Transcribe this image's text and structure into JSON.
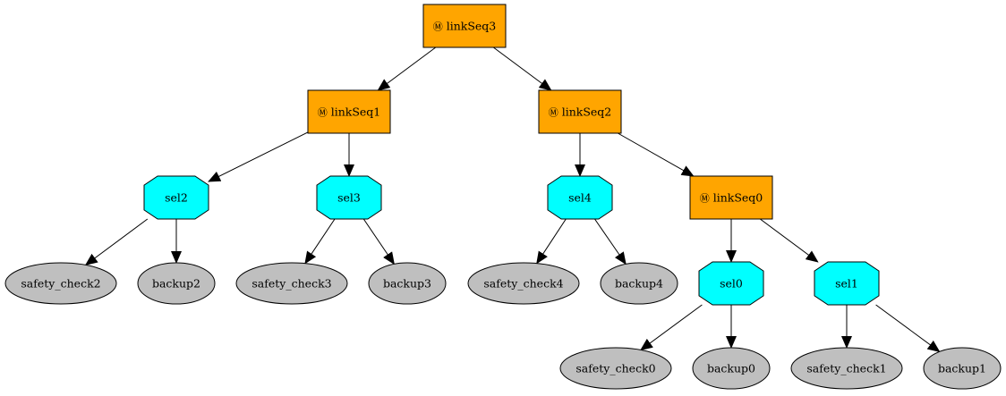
{
  "diagram": {
    "node_colors": {
      "sequence": "#ffa500",
      "selector": "#00ffff",
      "leaf": "#bfbfbf",
      "stroke": "#000000"
    },
    "nodes": {
      "linkSeq3": {
        "kind": "sequence",
        "icon": "Ⓜ",
        "label": "linkSeq3"
      },
      "linkSeq1": {
        "kind": "sequence",
        "icon": "Ⓜ",
        "label": "linkSeq1"
      },
      "linkSeq2": {
        "kind": "sequence",
        "icon": "Ⓜ",
        "label": "linkSeq2"
      },
      "linkSeq0": {
        "kind": "sequence",
        "icon": "Ⓜ",
        "label": "linkSeq0"
      },
      "sel2": {
        "kind": "selector",
        "label": "sel2"
      },
      "sel3": {
        "kind": "selector",
        "label": "sel3"
      },
      "sel4": {
        "kind": "selector",
        "label": "sel4"
      },
      "sel0": {
        "kind": "selector",
        "label": "sel0"
      },
      "sel1": {
        "kind": "selector",
        "label": "sel1"
      },
      "safety_check2": {
        "kind": "leaf",
        "label": "safety_check2"
      },
      "backup2": {
        "kind": "leaf",
        "label": "backup2"
      },
      "safety_check3": {
        "kind": "leaf",
        "label": "safety_check3"
      },
      "backup3": {
        "kind": "leaf",
        "label": "backup3"
      },
      "safety_check4": {
        "kind": "leaf",
        "label": "safety_check4"
      },
      "backup4": {
        "kind": "leaf",
        "label": "backup4"
      },
      "safety_check0": {
        "kind": "leaf",
        "label": "safety_check0"
      },
      "backup0": {
        "kind": "leaf",
        "label": "backup0"
      },
      "safety_check1": {
        "kind": "leaf",
        "label": "safety_check1"
      },
      "backup1": {
        "kind": "leaf",
        "label": "backup1"
      }
    },
    "edges": [
      [
        "linkSeq3",
        "linkSeq1"
      ],
      [
        "linkSeq3",
        "linkSeq2"
      ],
      [
        "linkSeq1",
        "sel2"
      ],
      [
        "linkSeq1",
        "sel3"
      ],
      [
        "linkSeq2",
        "sel4"
      ],
      [
        "linkSeq2",
        "linkSeq0"
      ],
      [
        "sel2",
        "safety_check2"
      ],
      [
        "sel2",
        "backup2"
      ],
      [
        "sel3",
        "safety_check3"
      ],
      [
        "sel3",
        "backup3"
      ],
      [
        "sel4",
        "safety_check4"
      ],
      [
        "sel4",
        "backup4"
      ],
      [
        "linkSeq0",
        "sel0"
      ],
      [
        "linkSeq0",
        "sel1"
      ],
      [
        "sel0",
        "safety_check0"
      ],
      [
        "sel0",
        "backup0"
      ],
      [
        "sel1",
        "safety_check1"
      ],
      [
        "sel1",
        "backup1"
      ]
    ]
  }
}
